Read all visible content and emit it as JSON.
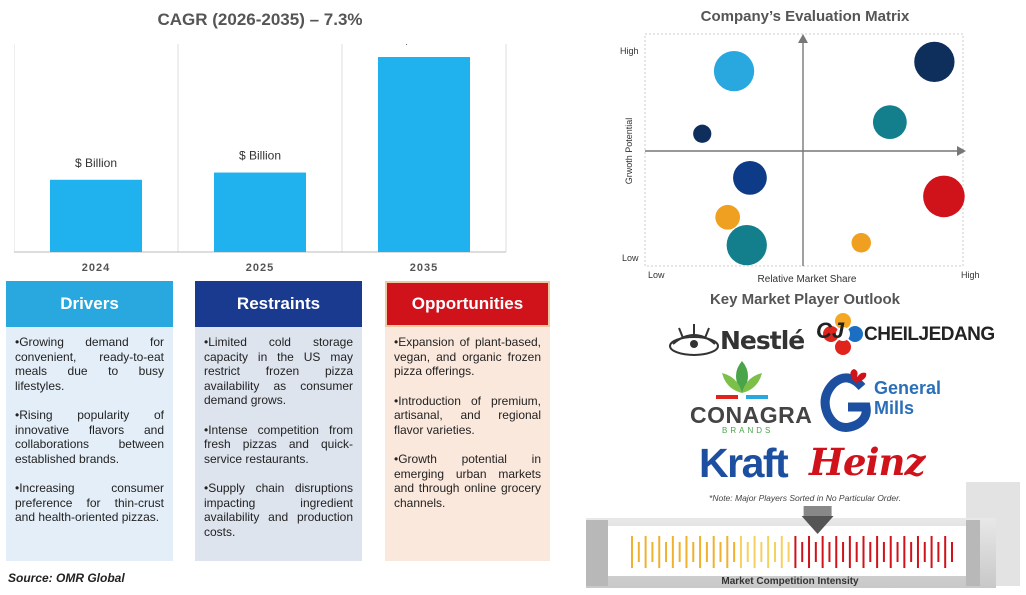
{
  "chart_data": [
    {
      "type": "bar",
      "title": "CAGR (2026-2035) – 7.3%",
      "categories": [
        "2024",
        "2025",
        "2035"
      ],
      "data_labels": [
        "$ Billion",
        "$ Billion",
        "$ Billion"
      ],
      "values": [
        1.0,
        1.1,
        2.7
      ],
      "grid": true,
      "legend": "none",
      "colors": {
        "bar": "#1fb2ef"
      }
    },
    {
      "type": "scatter",
      "title": "Company’s Evaluation Matrix",
      "xlabel": "Relative Market Share",
      "ylabel": "Grwoth Potential",
      "x_ticks": [
        "Low",
        "High"
      ],
      "y_ticks": [
        "High",
        "Low"
      ],
      "xlim": [
        0,
        10
      ],
      "ylim": [
        0,
        10
      ],
      "points": [
        {
          "x": 2.8,
          "y": 8.4,
          "size": 3.1,
          "color": "#29a8e0"
        },
        {
          "x": 9.1,
          "y": 8.8,
          "size": 3.1,
          "color": "#0e2e5c"
        },
        {
          "x": 7.7,
          "y": 6.2,
          "size": 2.6,
          "color": "#137f8c"
        },
        {
          "x": 1.8,
          "y": 5.7,
          "size": 1.4,
          "color": "#0e2e5c"
        },
        {
          "x": 3.3,
          "y": 3.8,
          "size": 2.6,
          "color": "#0d3b88"
        },
        {
          "x": 9.4,
          "y": 3.0,
          "size": 3.2,
          "color": "#d0121b"
        },
        {
          "x": 2.6,
          "y": 2.1,
          "size": 1.9,
          "color": "#f0a020"
        },
        {
          "x": 3.2,
          "y": 0.9,
          "size": 3.1,
          "color": "#137f8c"
        },
        {
          "x": 6.8,
          "y": 1.0,
          "size": 1.5,
          "color": "#f0a020"
        }
      ]
    }
  ],
  "drivers": {
    "title": "Drivers",
    "items": [
      "•Growing demand for convenient, ready-to-eat meals due to busy lifestyles.",
      "•Rising popularity of innovative flavors and collaborations between established brands.",
      "•Increasing consumer preference for thin-crust and health-oriented pizzas."
    ]
  },
  "restraints": {
    "title": "Restraints",
    "items": [
      "•Limited cold storage capacity in the US may restrict frozen pizza availability as consumer demand grows.",
      "•Intense competition from fresh pizzas and quick-service restaurants.",
      "•Supply chain disruptions impacting ingredient availability and production costs."
    ]
  },
  "opportunities": {
    "title": "Opportunities",
    "items": [
      "•Expansion of plant-based, vegan, and organic frozen pizza offerings.",
      "•Introduction of premium, artisanal, and regional flavor varieties.",
      "•Growth potential in emerging urban markets and through online grocery channels."
    ]
  },
  "source": "Source: OMR Global",
  "key_players": {
    "title": "Key Market Player Outlook",
    "nestle": "Nestlé",
    "cj_mark": "CJ",
    "cj": "CHEILJEDANG",
    "conagra": "CONAGRA",
    "conagra_sub": "BRANDS",
    "general_mills_1": "General",
    "general_mills_2": "Mills",
    "kraft": "Kraft",
    "heinz": "Heinz",
    "note": "*Note: Major Players Sorted in No Particular Order."
  },
  "competition": {
    "label": "Market Competition Intensity",
    "level": 0.58
  }
}
